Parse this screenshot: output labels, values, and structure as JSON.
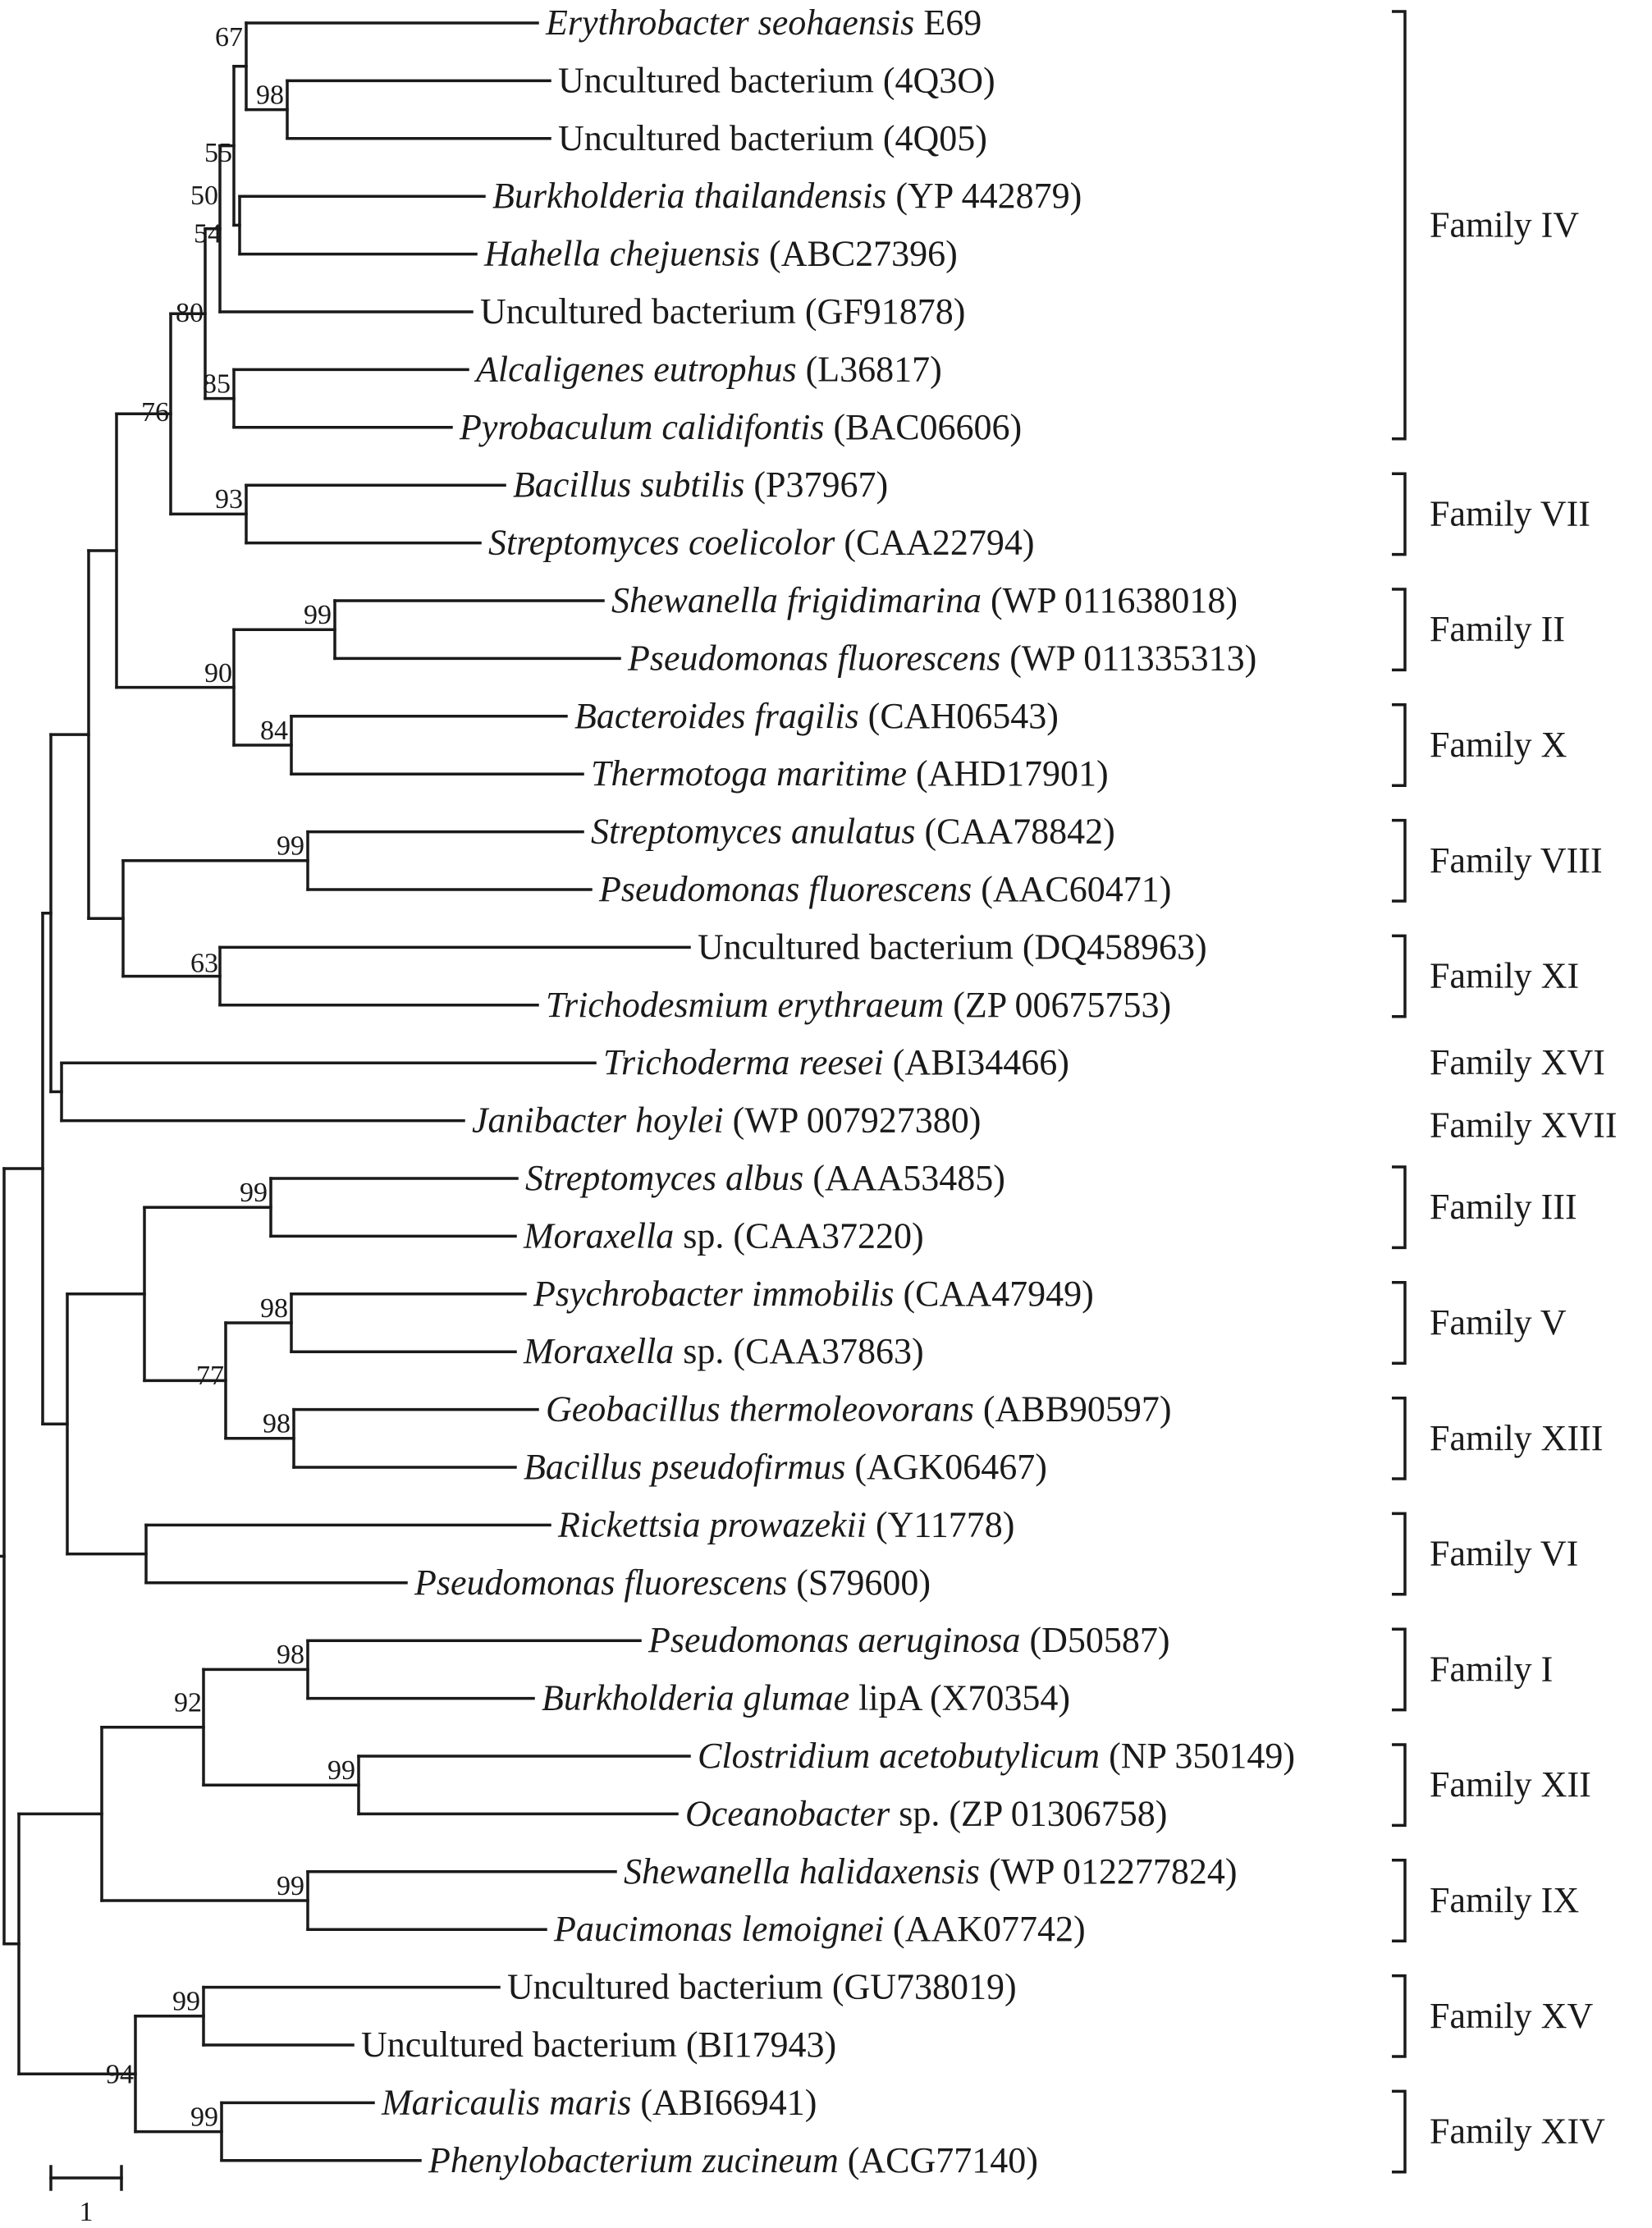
{
  "taxa": [
    {
      "id": "t1",
      "italic": "Erythrobacter seohaensis",
      "rest": " E69"
    },
    {
      "id": "t2",
      "italic": "",
      "rest": "Uncultured bacterium (4Q3O)"
    },
    {
      "id": "t3",
      "italic": "",
      "rest": "Uncultured bacterium (4Q05)"
    },
    {
      "id": "t4",
      "italic": "Burkholderia thailandensis",
      "rest": " (YP 442879)"
    },
    {
      "id": "t5",
      "italic": "Hahella chejuensis",
      "rest": " (ABC27396)"
    },
    {
      "id": "t6",
      "italic": "",
      "rest": "Uncultured bacterium (GF91878)"
    },
    {
      "id": "t7",
      "italic": "Alcaligenes eutrophus",
      "rest": " (L36817)"
    },
    {
      "id": "t8",
      "italic": "Pyrobaculum calidifontis",
      "rest": " (BAC06606)"
    },
    {
      "id": "t9",
      "italic": "Bacillus subtilis",
      "rest": " (P37967)"
    },
    {
      "id": "t10",
      "italic": "Streptomyces coelicolor",
      "rest": " (CAA22794)"
    },
    {
      "id": "t11",
      "italic": "Shewanella frigidimarina",
      "rest": " (WP 011638018)"
    },
    {
      "id": "t12",
      "italic": "Pseudomonas fluorescens",
      "rest": " (WP 011335313)"
    },
    {
      "id": "t13",
      "italic": "Bacteroides fragilis",
      "rest": " (CAH06543)"
    },
    {
      "id": "t14",
      "italic": "Thermotoga maritime",
      "rest": " (AHD17901)"
    },
    {
      "id": "t15",
      "italic": "Streptomyces anulatus",
      "rest": " (CAA78842)"
    },
    {
      "id": "t16",
      "italic": "Pseudomonas fluorescens",
      "rest": " (AAC60471)"
    },
    {
      "id": "t17",
      "italic": "",
      "rest": "Uncultured bacterium (DQ458963)"
    },
    {
      "id": "t18",
      "italic": "Trichodesmium erythraeum",
      "rest": " (ZP 00675753)"
    },
    {
      "id": "t19",
      "italic": "Trichoderma reesei",
      "rest": " (ABI34466)"
    },
    {
      "id": "t20",
      "italic": "Janibacter hoylei",
      "rest": " (WP 007927380)"
    },
    {
      "id": "t21",
      "italic": "Streptomyces albus",
      "rest": " (AAA53485)"
    },
    {
      "id": "t22",
      "italic": "Moraxella",
      "rest": " sp. (CAA37220)"
    },
    {
      "id": "t23",
      "italic": "Psychrobacter immobilis",
      "rest": " (CAA47949)"
    },
    {
      "id": "t24",
      "italic": "Moraxella",
      "rest": " sp. (CAA37863)"
    },
    {
      "id": "t25",
      "italic": "Geobacillus thermoleovorans",
      "rest": " (ABB90597)"
    },
    {
      "id": "t26",
      "italic": "Bacillus pseudofirmus",
      "rest": " (AGK06467)"
    },
    {
      "id": "t27",
      "italic": "Rickettsia prowazekii",
      "rest": " (Y11778)"
    },
    {
      "id": "t28",
      "italic": "Pseudomonas fluorescens",
      "rest": " (S79600)"
    },
    {
      "id": "t29",
      "italic": "Pseudomonas aeruginosa",
      "rest": " (D50587)"
    },
    {
      "id": "t30",
      "italic": "Burkholderia glumae",
      "rest": " lipA (X70354)"
    },
    {
      "id": "t31",
      "italic": "Clostridium acetobutylicum",
      "rest": " (NP 350149)"
    },
    {
      "id": "t32",
      "italic": "Oceanobacter",
      "rest": " sp. (ZP 01306758)"
    },
    {
      "id": "t33",
      "italic": "Shewanella halidaxensis",
      "rest": " (WP 012277824)"
    },
    {
      "id": "t34",
      "italic": "Paucimonas lemoignei",
      "rest": " (AAK07742)"
    },
    {
      "id": "t35",
      "italic": "",
      "rest": "Uncultured bacterium (GU738019)"
    },
    {
      "id": "t36",
      "italic": "",
      "rest": "Uncultured bacterium (BI17943)"
    },
    {
      "id": "t37",
      "italic": "Maricaulis maris",
      "rest": " (ABI66941)"
    },
    {
      "id": "t38",
      "italic": "Phenylobacterium zucineum",
      "rest": " (ACG77140)"
    }
  ],
  "bootstrap": {
    "n_2_3": "98",
    "n_1_3": "67",
    "n_4_5": "54",
    "n_1_5": "55",
    "n_1_6": "50",
    "n_7_8": "85",
    "n_1_8": "80",
    "n_9_10": "93",
    "n_1_10": "76",
    "n_11_12": "99",
    "n_13_14": "84",
    "n_11_14": "90",
    "n_15_16": "99",
    "n_17_18": "63",
    "n_21_22": "99",
    "n_23_24": "98",
    "n_25_26": "98",
    "n_23_26": "77",
    "n_29_30": "98",
    "n_31_32": "99",
    "n_29_32": "92",
    "n_33_34": "99",
    "n_35_36": "99",
    "n_37_38": "99",
    "n_35_38": "94"
  },
  "families": [
    {
      "id": "f4",
      "label": "Family IV"
    },
    {
      "id": "f7",
      "label": "Family VII"
    },
    {
      "id": "f2",
      "label": "Family II"
    },
    {
      "id": "f10",
      "label": "Family X"
    },
    {
      "id": "f8",
      "label": "Family VIII"
    },
    {
      "id": "f11",
      "label": "Family XI"
    },
    {
      "id": "f16",
      "label": "Family XVI"
    },
    {
      "id": "f17",
      "label": "Family XVII"
    },
    {
      "id": "f3",
      "label": "Family III"
    },
    {
      "id": "f5",
      "label": "Family V"
    },
    {
      "id": "f13",
      "label": "Family XIII"
    },
    {
      "id": "f6",
      "label": "Family VI"
    },
    {
      "id": "f1",
      "label": "Family I"
    },
    {
      "id": "f12",
      "label": "Family XII"
    },
    {
      "id": "f9",
      "label": "Family IX"
    },
    {
      "id": "f15",
      "label": "Family XV"
    },
    {
      "id": "f14",
      "label": "Family XIV"
    }
  ],
  "scale_bar": {
    "label": "1"
  }
}
